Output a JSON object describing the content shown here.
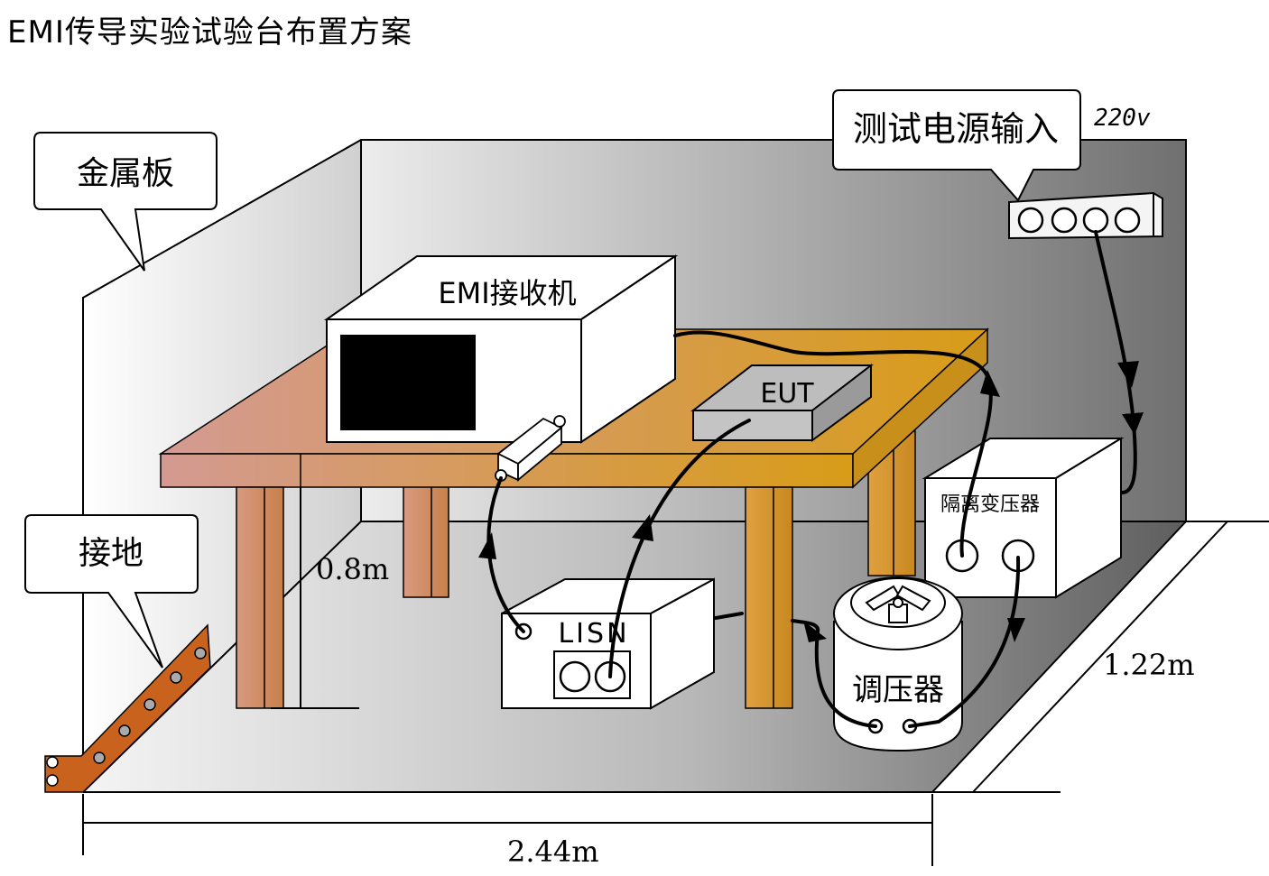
{
  "title": "EMI传导实验试验台布置方案",
  "labels": {
    "metal_plate": "金属板",
    "power_input": "测试电源输入",
    "voltage": "220v",
    "receiver": "EMI接收机",
    "eut": "EUT",
    "isolation_transformer": "隔离变压器",
    "grounding": "接地",
    "lisn": "LISN",
    "regulator": "调压器"
  },
  "dimensions": {
    "height": "0.8m",
    "depth": "1.22m",
    "width": "2.44m"
  },
  "colors": {
    "wall_light": "#f0f0f0",
    "wall_dark": "#6a6a6a",
    "table_left": "#d49a92",
    "table_right": "#d69a20",
    "ground_bar": "#c8621c",
    "screen": "#000000"
  }
}
